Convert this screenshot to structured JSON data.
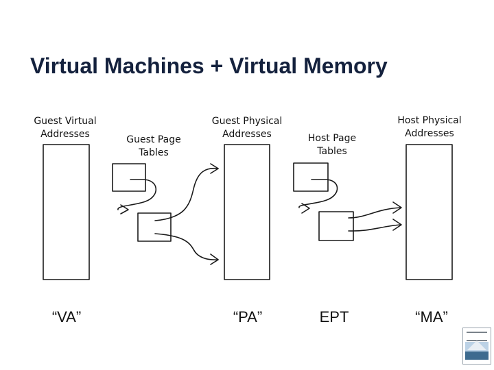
{
  "slide": {
    "title": "Virtual Machines + Virtual Memory"
  },
  "columns": [
    {
      "line1": "Guest Virtual",
      "line2": "Addresses"
    },
    {
      "line1": "Guest Page",
      "line2": "Tables"
    },
    {
      "line1": "Guest Physical",
      "line2": "Addresses"
    },
    {
      "line1": "Host Page",
      "line2": "Tables"
    },
    {
      "line1": "Host Physical",
      "line2": "Addresses"
    }
  ],
  "bottom_labels": {
    "va": "“VA”",
    "pa": "“PA”",
    "ept": "EPT",
    "ma": "“MA”"
  },
  "colors": {
    "title": "#14213d",
    "stroke": "#1a1a1a"
  }
}
